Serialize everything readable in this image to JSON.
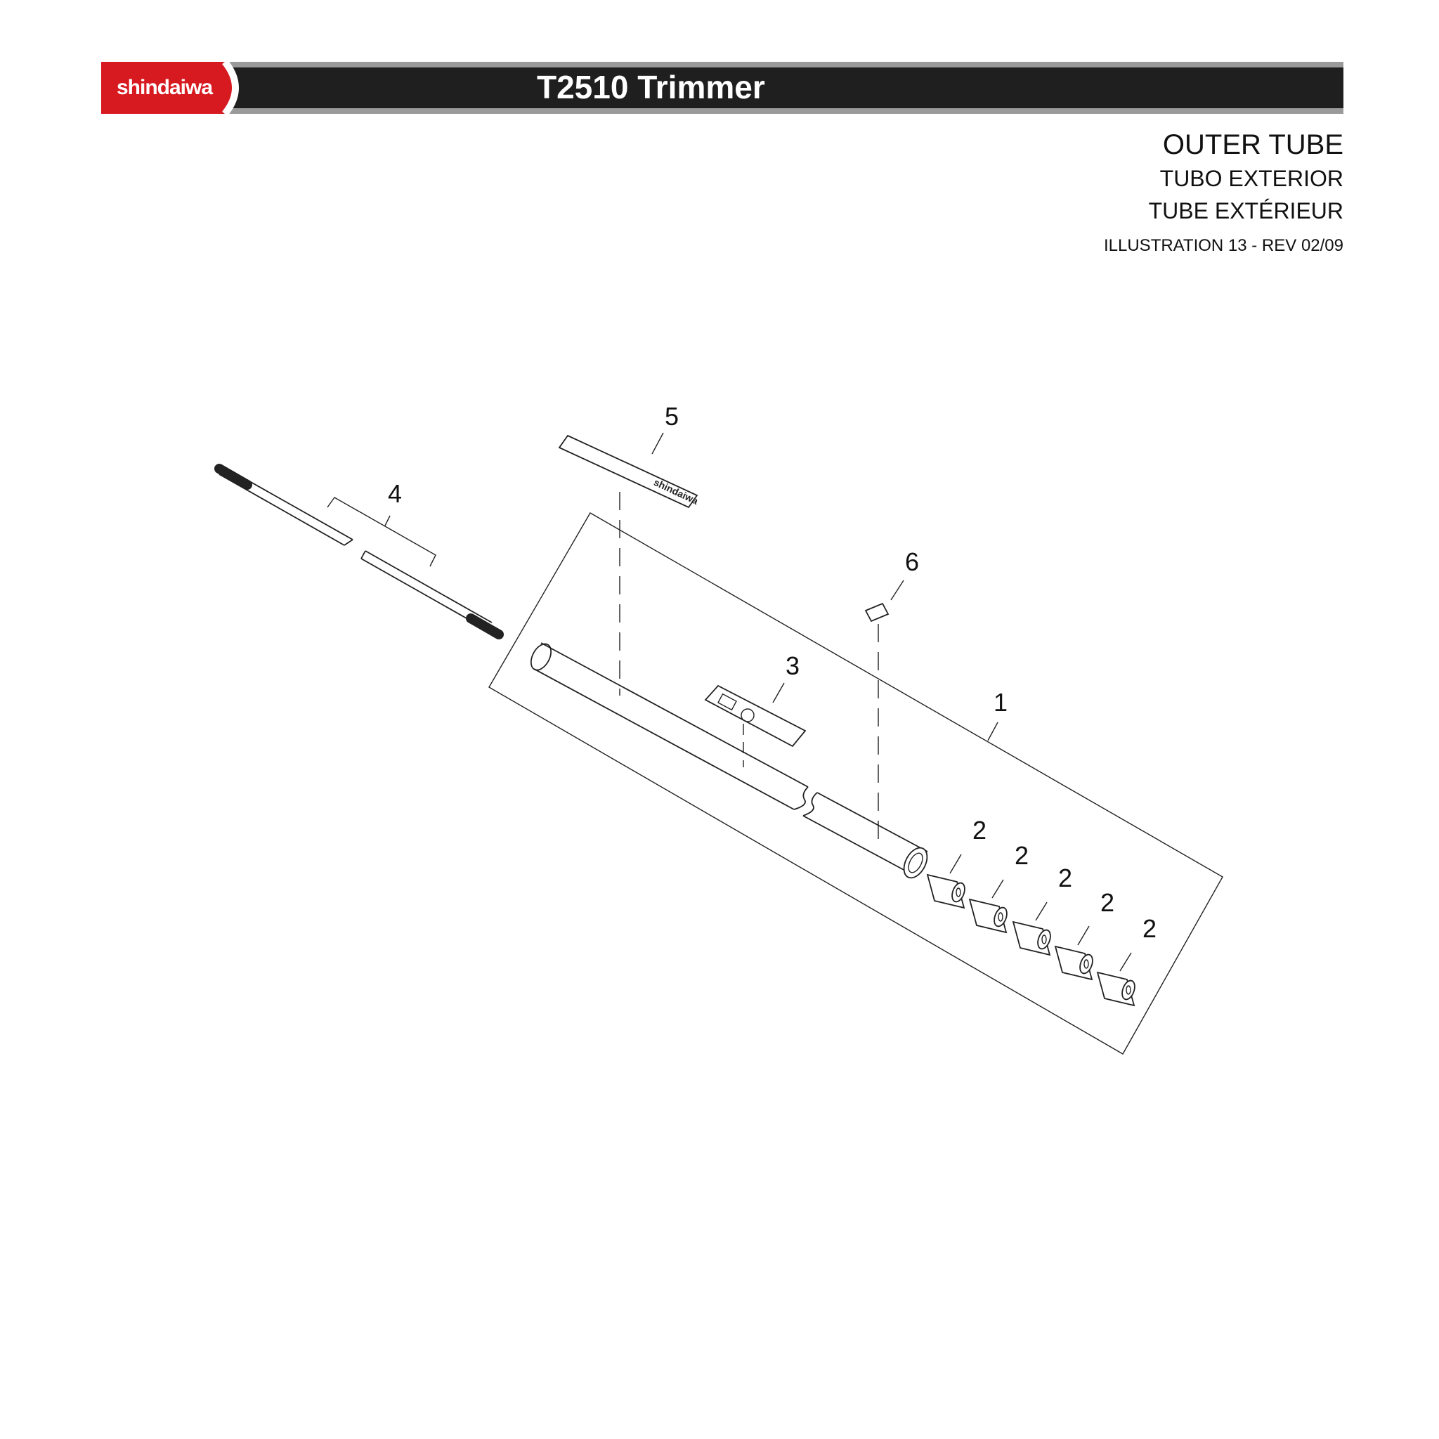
{
  "header": {
    "brand": "shindaiwa",
    "model_title": "T2510 Trimmer",
    "colors": {
      "brand_red": "#d71920",
      "bar_dark": "#1f1f1f",
      "bar_gray": "#9a9a9a"
    }
  },
  "titles": {
    "english": "OUTER TUBE",
    "spanish": "TUBO EXTERIOR",
    "french": "TUBE EXTÉRIEUR",
    "illustration": "ILLUSTRATION 13 - REV 02/09"
  },
  "diagram": {
    "callouts": {
      "outer_tube": "1",
      "bushing": "2",
      "label_3": "3",
      "drive_shaft": "4",
      "decal_5": "5",
      "decal_6": "6"
    },
    "decal_text": "shindaiwa"
  }
}
